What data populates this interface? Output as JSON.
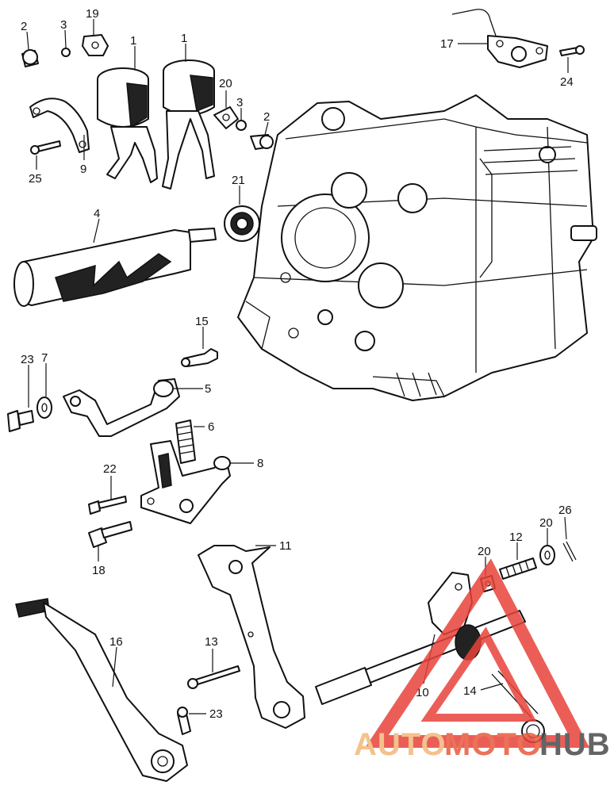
{
  "callouts": {
    "c2a": "2",
    "c3a": "3",
    "c19": "19",
    "c1a": "1",
    "c1b": "1",
    "c17": "17",
    "c24": "24",
    "c20a": "20",
    "c3b": "3",
    "c2b": "2",
    "c9": "9",
    "c25": "25",
    "c21": "21",
    "c4": "4",
    "c15": "15",
    "c23a": "23",
    "c7": "7",
    "c5": "5",
    "c6": "6",
    "c22": "22",
    "c8": "8",
    "c18": "18",
    "c26": "26",
    "c20b": "20",
    "c12": "12",
    "c20c": "20",
    "c11": "11",
    "c16": "16",
    "c13": "13",
    "c23b": "23",
    "c10": "10",
    "c14": "14"
  },
  "watermark": {
    "text_auto": "AUTO",
    "text_moto": "MOTO",
    "text_hub": "HUB",
    "color_auto": "#f2b87a",
    "color_moto": "#e85a3c",
    "color_hub": "#4a4a4a",
    "triangle_color": "#e8433a"
  }
}
